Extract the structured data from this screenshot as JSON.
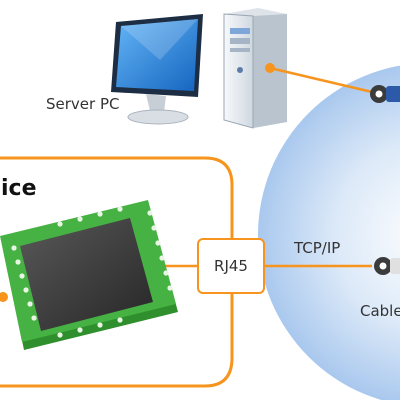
{
  "labels": {
    "server_pc": "Server PC",
    "device_title": "ice",
    "rj45": "RJ45",
    "protocol": "TCP/IP",
    "cable": "Cable"
  },
  "colors": {
    "accent_orange": "#f7941d",
    "network_glow": "#a9c8ee",
    "pcb_green": "#3aa935",
    "chip_dark": "#3c3c3c",
    "monitor_screen": "#1e88e5",
    "tower_body": "#e9eef3"
  },
  "icons": [
    "monitor-icon",
    "server-tower-icon",
    "chip-module-icon",
    "network-connector-icon",
    "cable-connector-icon"
  ]
}
